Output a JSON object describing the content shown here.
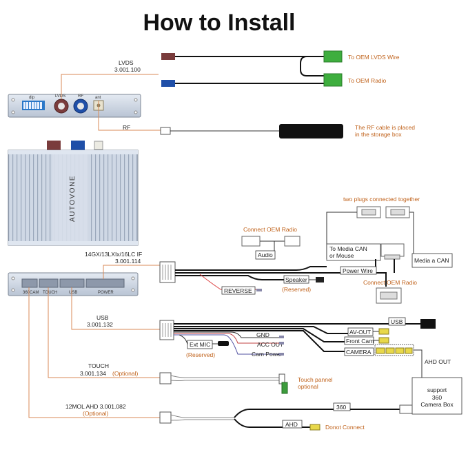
{
  "title": "How to Install",
  "brand": "AUTOVONE",
  "ports_top": {
    "dip": "dip",
    "lvds": "LVDS",
    "rf": "RF",
    "ant": "ant"
  },
  "ports_bottom": {
    "cam360": "360CAM",
    "touch": "TOUCH",
    "usb": "USB",
    "power": "POWER"
  },
  "labels": {
    "lvds": "LVDS",
    "lvds_code": "3.001.100",
    "to_oem_lvds": "To OEM LVDS Wire",
    "to_oem_radio": "To OEM Radio",
    "rf": "RF",
    "rf_note_1": "The RF cable is placed",
    "rf_note_2": "in the storage box",
    "two_plugs": "two plugs connected together",
    "connect_oem_radio_top": "Connect OEM Radio",
    "audio": "Audio",
    "to_media_can": "To Media CAN",
    "or_mouse": "or Mouse",
    "media_a_can": "Media a CAN",
    "power_wire": "Power Wire",
    "connect_oem_radio_bottom": "Connect OEM Radio",
    "harness_model": "14GX/13LXIx/16LC IF",
    "harness_code": "3.001.114",
    "speaker": "Speaker",
    "reserved_1": "(Reserved)",
    "reverse": "REVERSE",
    "usb": "USB",
    "usb_code": "3.001.132",
    "usb_tag": "USB",
    "gnd": "GND",
    "acc_out": "ACC OUT",
    "cam_power": "Cam Power",
    "ext_mic": "Ext MIC",
    "reserved_2": "(Reserved)",
    "av_out": "AV-OUT",
    "front_cam": "Front Cam",
    "camera": "CAMERA",
    "ahd_out": "AHD OUT",
    "touch": "TOUCH",
    "touch_code": "3.001.134",
    "touch_optional": "(Optional)",
    "touch_panel_1": "Touch pannel",
    "touch_panel_2": "optional",
    "support": "support",
    "support_360": "360",
    "camera_box": "Camera Box",
    "ahd_label": "12MOL AHD 3.001.082",
    "ahd_optional": "(Optional)",
    "label_360": "360",
    "ahd": "AHD",
    "donot_connect": "Donot Connect"
  },
  "colors": {
    "annotation": "#c0621b",
    "lvds_plug": "#7a3c3c",
    "radio_plug": "#1f4fa8",
    "oem_green": "#3eae3e",
    "module": "#c9d3e2"
  }
}
